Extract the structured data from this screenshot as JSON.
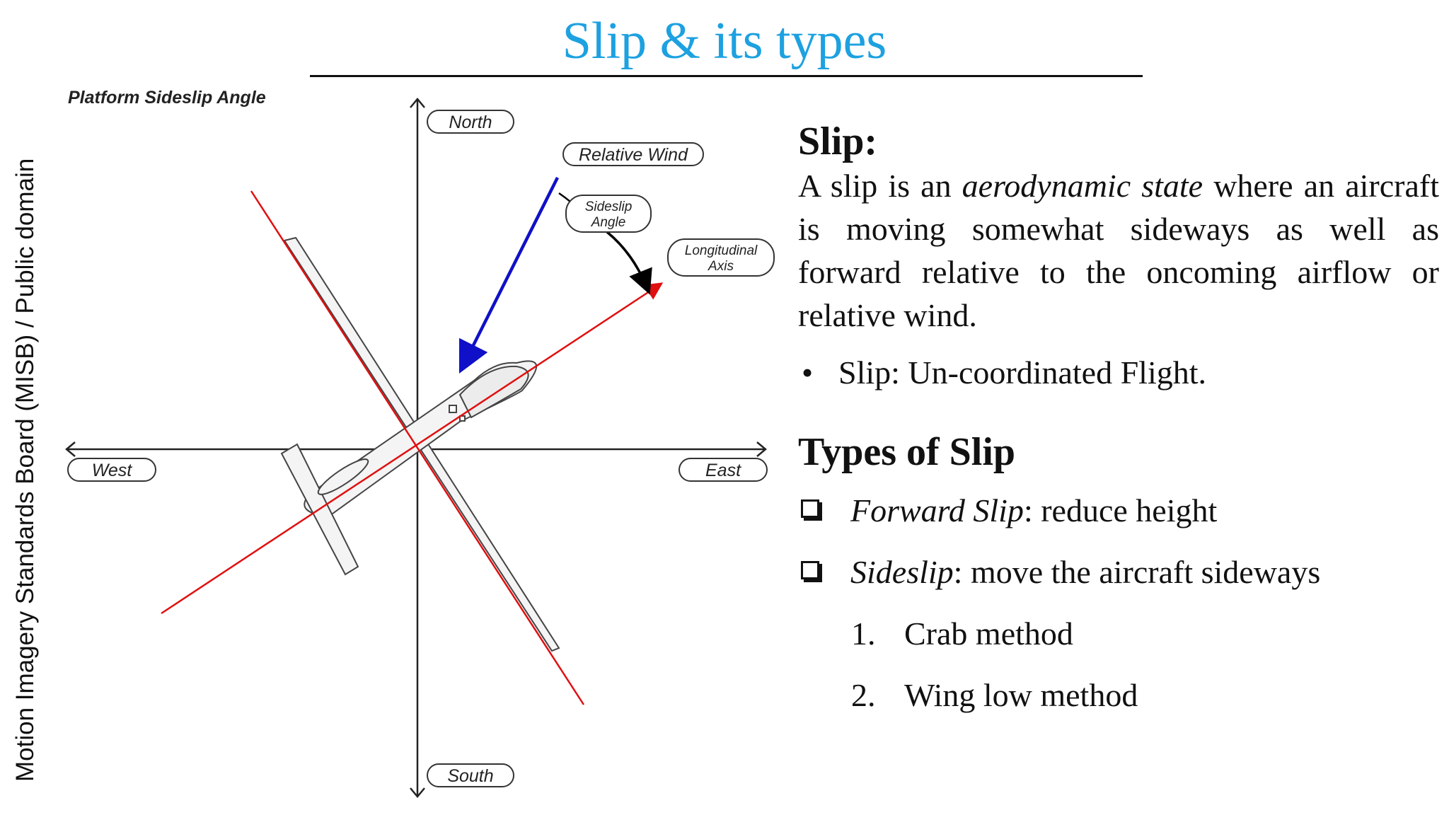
{
  "slide": {
    "title": "Slip & its types",
    "credit": "Motion Imagery Standards Board (MISB) / Public domain"
  },
  "diagram": {
    "heading": "Platform Sideslip Angle",
    "labels": {
      "north": "North",
      "south": "South",
      "west": "West",
      "east": "East",
      "relative_wind": "Relative Wind",
      "sideslip_line1": "Sideslip",
      "sideslip_line2": "Angle",
      "longitudinal_line1": "Longitudinal",
      "longitudinal_line2": "Axis"
    },
    "colors": {
      "relative_wind_arrow": "#1010c8",
      "longitudinal_axis": "#e01010",
      "angle_arrow": "#000000"
    }
  },
  "content": {
    "slip_heading": "Slip:",
    "definition": {
      "part1": "A slip is an ",
      "emphasis": "aerodynamic state",
      "part2": " where an aircraft is moving somewhat sideways as well as forward relative to the oncoming airflow or relative wind."
    },
    "bullet_marker": "•",
    "bullet": "Slip: Un-coordinated Flight.",
    "types_heading": "Types of Slip",
    "types": [
      {
        "name": "Forward Slip",
        "desc": ": reduce height"
      },
      {
        "name": "Sideslip",
        "desc": ": move the aircraft sideways"
      }
    ],
    "methods": [
      {
        "num": "1.",
        "text": "Crab method"
      },
      {
        "num": "2.",
        "text": "Wing low method"
      }
    ]
  }
}
